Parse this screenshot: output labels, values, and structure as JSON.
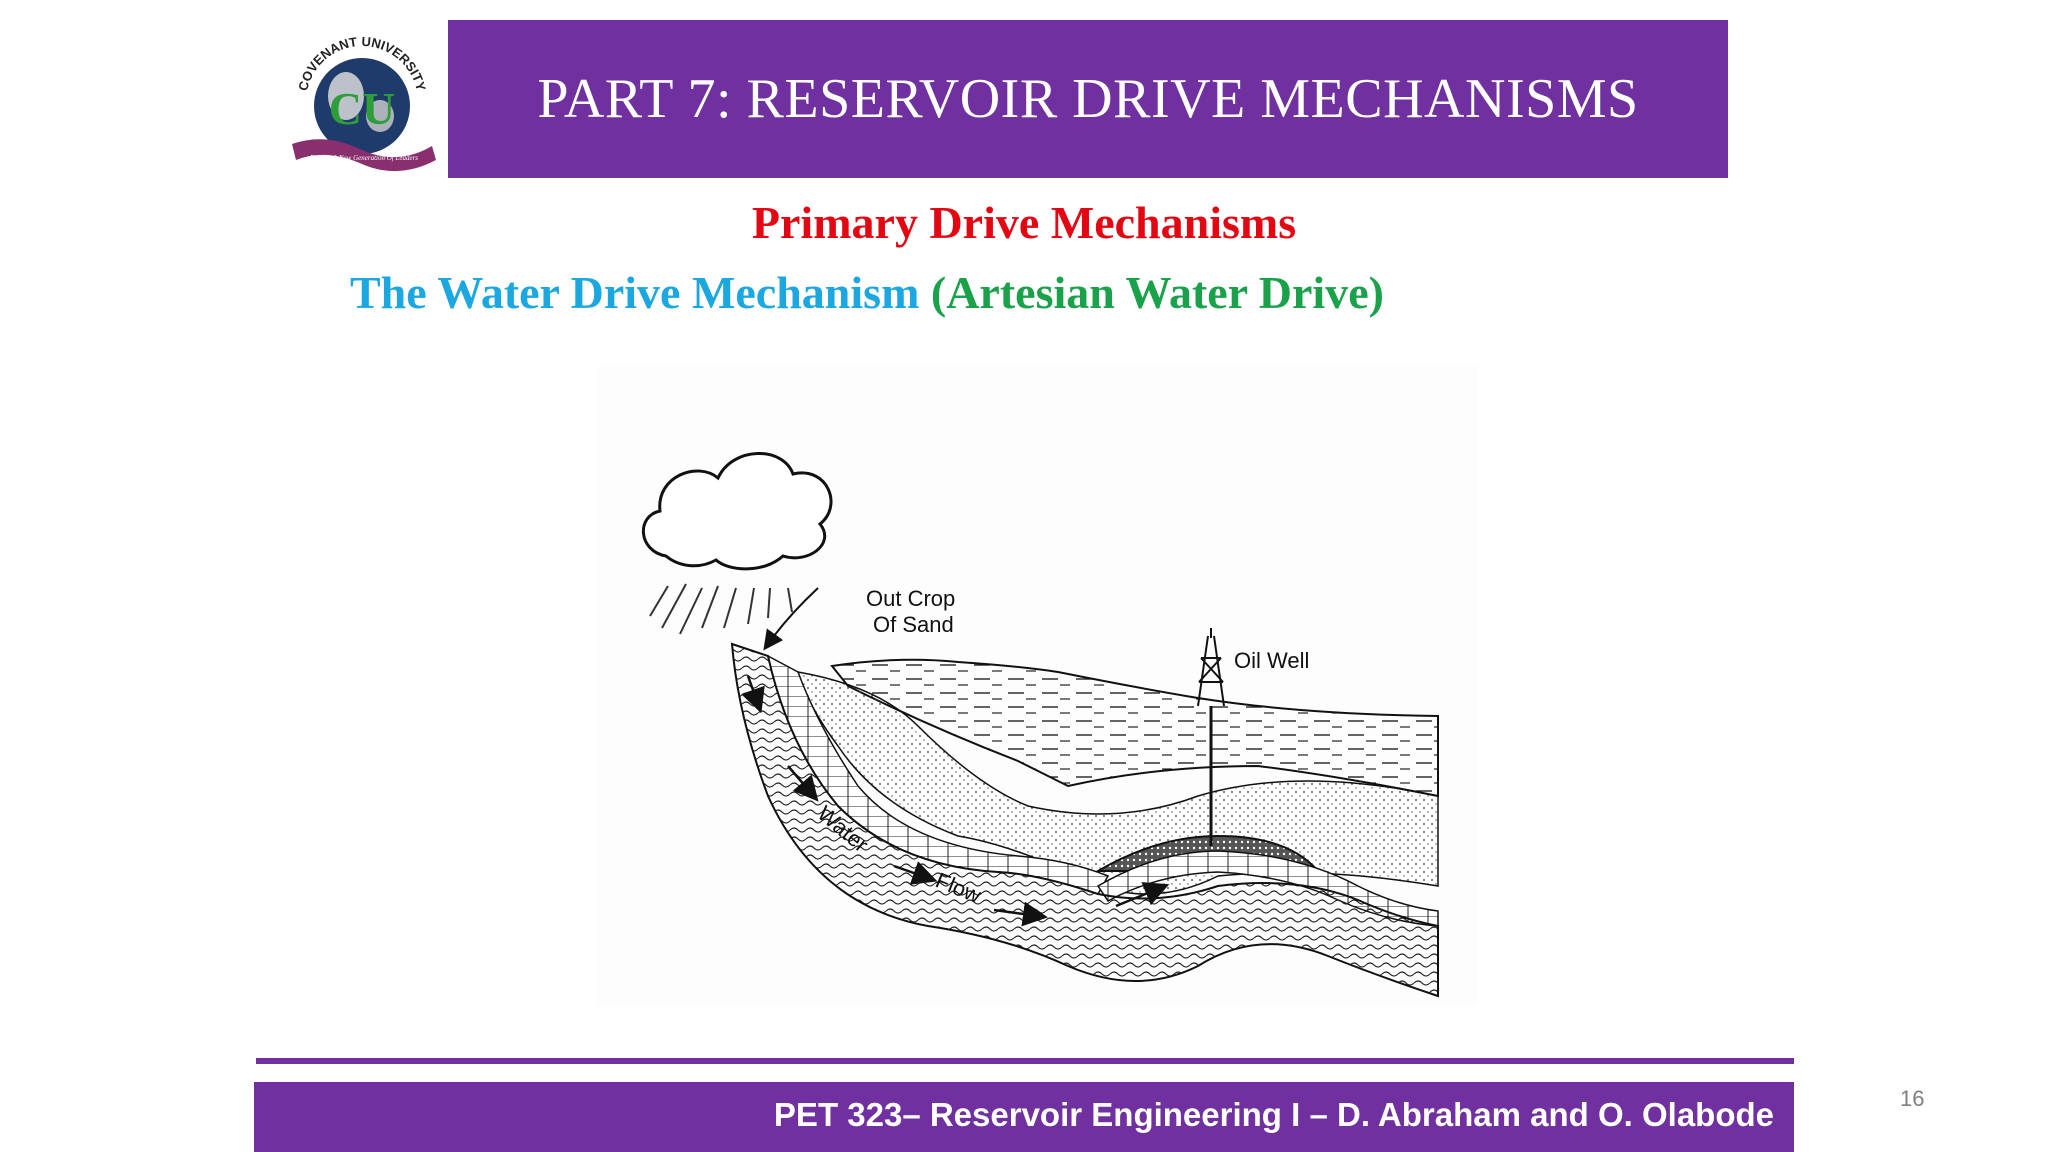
{
  "header": {
    "title": "PART 7: RESERVOIR DRIVE MECHANISMS",
    "logo_text": "COVENANT UNIVERSITY",
    "logo_monogram": "CU",
    "logo_motto": "Raising A New Generation Of Leaders"
  },
  "subtitle": "Primary Drive Mechanisms",
  "mechanism": {
    "main": "The Water Drive Mechanism",
    "paren": "(Artesian Water Drive)"
  },
  "diagram": {
    "labels": {
      "outcrop_line1": "Out Crop",
      "outcrop_line2": "Of Sand",
      "oil_well": "Oil Well",
      "water": "Water",
      "flow": "Flow"
    }
  },
  "footer": {
    "text": "PET 323– Reservoir Engineering I – D. Abraham and  O. Olabode",
    "page_number": "16"
  },
  "colors": {
    "purple": "#7030a0",
    "red": "#e30613",
    "blue": "#1ba7e0",
    "green": "#1aa24a"
  }
}
